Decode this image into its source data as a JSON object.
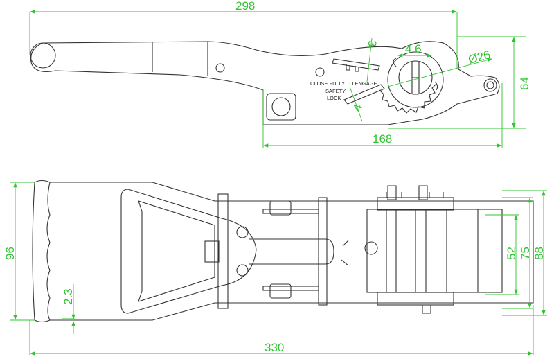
{
  "title": "Ratchet buckle technical drawing",
  "colors": {
    "dimension": "#2fc42f",
    "outline": "#333333"
  },
  "side_view": {
    "dimensions": {
      "overall_length": "298",
      "body_length": "168",
      "height": "64",
      "slot": "3",
      "pin_width": "4.6",
      "gear_diameter": "Ø26",
      "lock_thickness": "4"
    },
    "notes": {
      "engage": "CLOSE FULLY TO ENGAGE",
      "safety": "SAFETY",
      "lock": "LOCK"
    }
  },
  "top_view": {
    "dimensions": {
      "overall_width": "96",
      "thickness": "2.3",
      "overall_length": "330",
      "strap_width": "52",
      "inner_width": "75",
      "outer_width": "88"
    }
  }
}
